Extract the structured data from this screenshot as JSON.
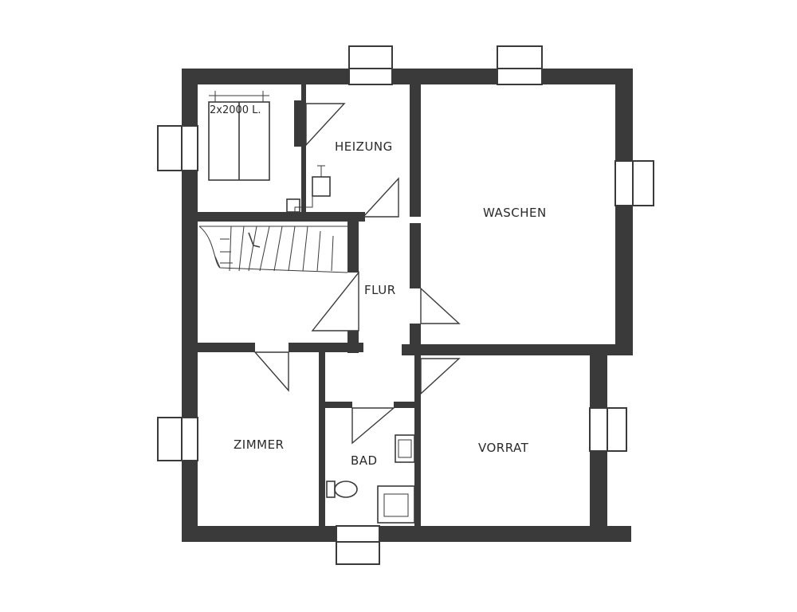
{
  "rooms": {
    "tank": "2x2000 L.",
    "heizung": "HEIZUNG",
    "waschen": "WASCHEN",
    "flur": "FLUR",
    "zimmer": "ZIMMER",
    "bad": "BAD",
    "vorrat": "VORRAT"
  }
}
